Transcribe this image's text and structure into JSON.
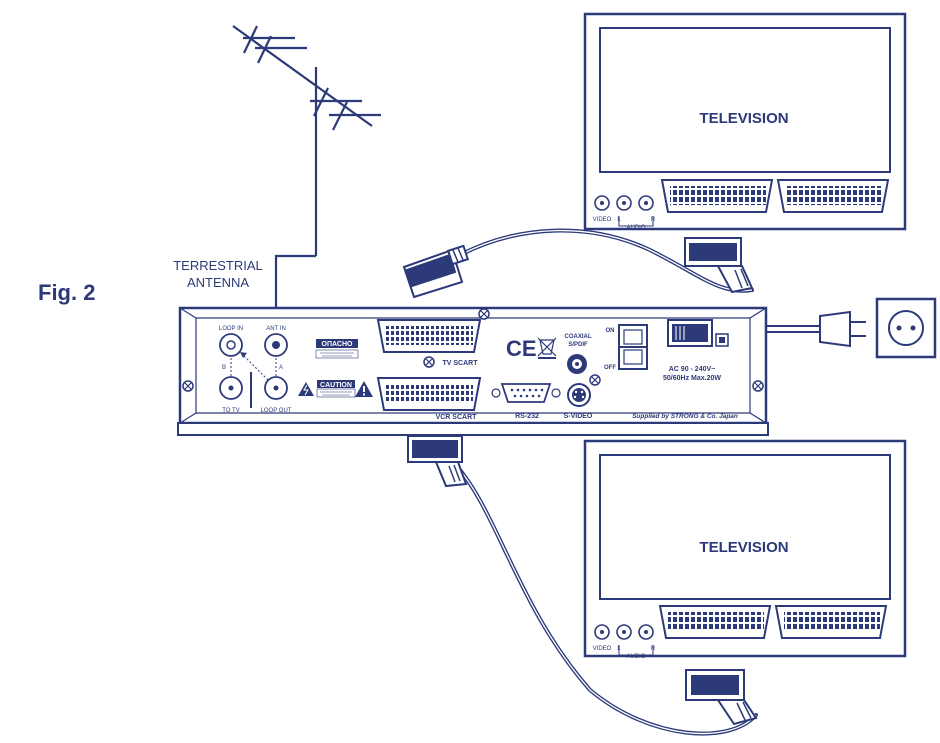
{
  "figure_label": "Fig. 2",
  "antenna": {
    "label_line1": "TERRESTRIAL",
    "label_line2": "ANTENNA"
  },
  "tv_top": {
    "label": "TELEVISION",
    "jacks": {
      "video": "VIDEO",
      "audio": "AUDIO",
      "left": "L",
      "right": "R"
    }
  },
  "tv_bottom": {
    "label": "TELEVISION",
    "jacks": {
      "video": "VIDEO",
      "audio": "AUDIO",
      "left": "L",
      "right": "R"
    }
  },
  "receiver": {
    "loop_in": "LOOP IN",
    "ant_in": "ANT IN",
    "to_tv": "TO TV",
    "loop_out": "LOOP OUT",
    "port_b": "B",
    "port_a": "A",
    "danger": "ОПАСНО",
    "caution": "CAUTION",
    "tv_scart": "TV SCART",
    "vcr_scart": "VCR SCART",
    "ce": "CE",
    "rs232": "RS-232",
    "coaxial": "COAXIAL",
    "spdif": "S/PDIF",
    "svideo": "S-VIDEO",
    "on": "ON",
    "off": "OFF",
    "power_line1": "AC 90 - 240V~",
    "power_line2": "50/60Hz Max.20W",
    "supplier": "Supplied by STRONG & Co. Japan"
  },
  "colors": {
    "ink": "#2d3a7a",
    "background": "#ffffff"
  }
}
